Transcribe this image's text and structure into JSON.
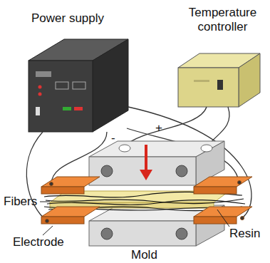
{
  "diagram": {
    "labels": [
      "Power supply",
      "Temperature controller",
      "-",
      "+",
      "Fibers",
      "Resin",
      "Electrode",
      "Mold"
    ]
  }
}
